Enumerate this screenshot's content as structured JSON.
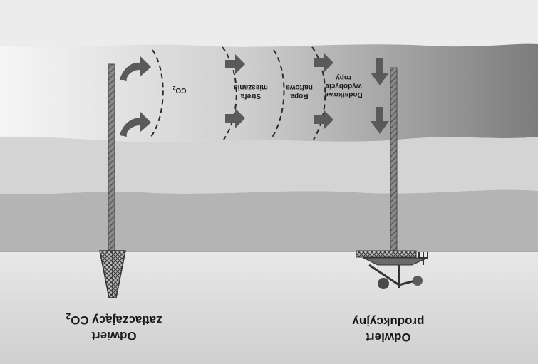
{
  "labels": {
    "injection_well": {
      "line1": "Odwiert",
      "line2": "zatłaczający CO",
      "subscript": "2"
    },
    "production_well": {
      "line1": "Odwiert",
      "line2": "produkcyjny"
    },
    "zone_co2": {
      "main": "CO",
      "subscript": "2"
    },
    "zone_mixing": {
      "line1": "Strefa",
      "line2": "mieszania"
    },
    "zone_oil_bank": {
      "line1": "Ropa",
      "line2": "naftowa"
    },
    "zone_recovery": {
      "line1": "Dodatkowe",
      "line2": "wydobycie",
      "line3": "ropy"
    }
  },
  "colors": {
    "sky": "#ececec",
    "reservoir_light": "#f6f6f6",
    "reservoir_dark": "#7c7c7c",
    "band_middle": "#d2d2d2",
    "band_lower": "#b6b6b6",
    "ground": "#dcdcdc",
    "well_pipe": "#8a8a8a",
    "arrow": "#5a5a5a",
    "front_line": "#2a2a2a"
  }
}
